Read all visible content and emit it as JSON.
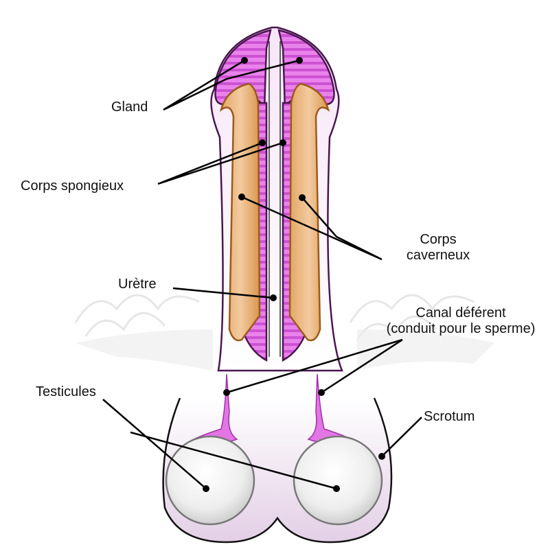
{
  "title": "Anatomie de l'appareil génital masculin",
  "colors": {
    "glans_pink": "#e676e8",
    "glans_stripe": "#c94fd0",
    "skin_light": "#f8d8f8",
    "outline": "#4a1550",
    "cavernous": "#e8b06e",
    "cavernous_edge": "#9b5a18",
    "testis": "#eeeeee",
    "pointer": "#000000"
  },
  "labels": {
    "gland": "Gland",
    "corps_spongieux": "Corps spongieux",
    "corps_caverneux_line1": "Corps",
    "corps_caverneux_line2": "caverneux",
    "uretre": "Urètre",
    "canal_line1": "Canal déférent",
    "canal_line2": "(conduit pour le sperme)",
    "testicules": "Testicules",
    "scrotum": "Scrotum"
  }
}
